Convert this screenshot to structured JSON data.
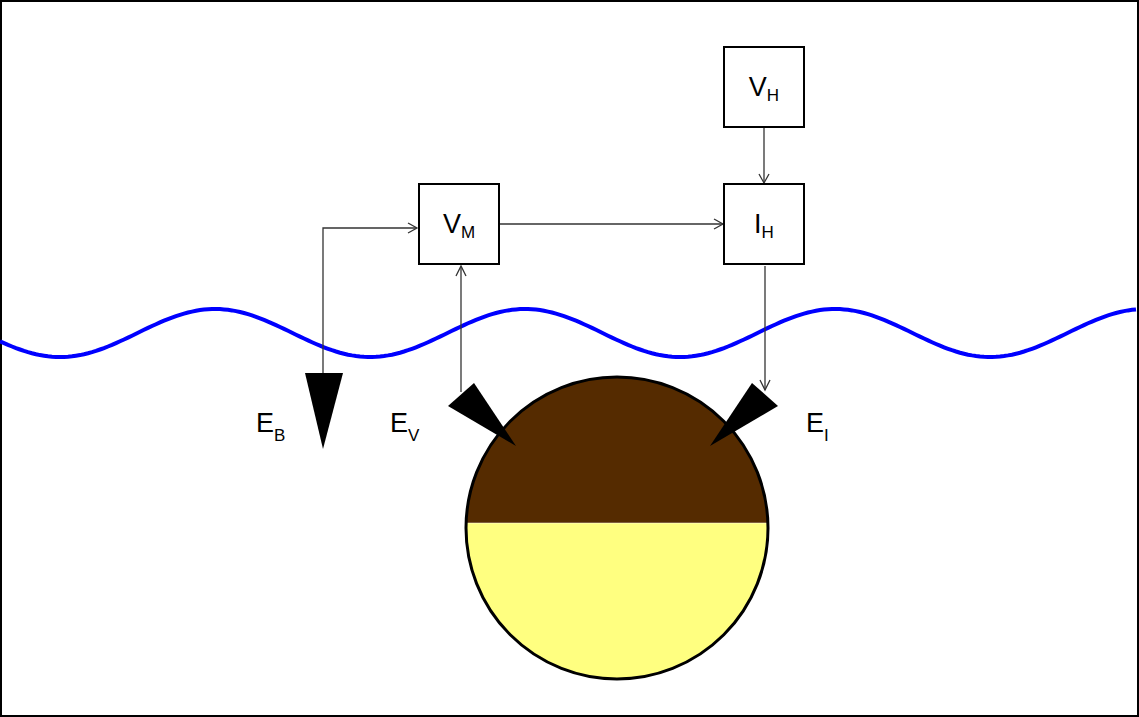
{
  "diagram": {
    "nodes": [
      {
        "text": [
          "V",
          "H"
        ]
      },
      {
        "text": [
          "V",
          "M"
        ]
      },
      {
        "text": [
          "I",
          "H"
        ]
      }
    ],
    "edges": [
      {
        "from": 0,
        "to": 2,
        "arrow": "to"
      },
      {
        "from": 1,
        "to": 2,
        "arrow": "to"
      }
    ],
    "labels": [
      "E",
      "B",
      "E",
      "V",
      "E",
      "I"
    ]
  }
}
